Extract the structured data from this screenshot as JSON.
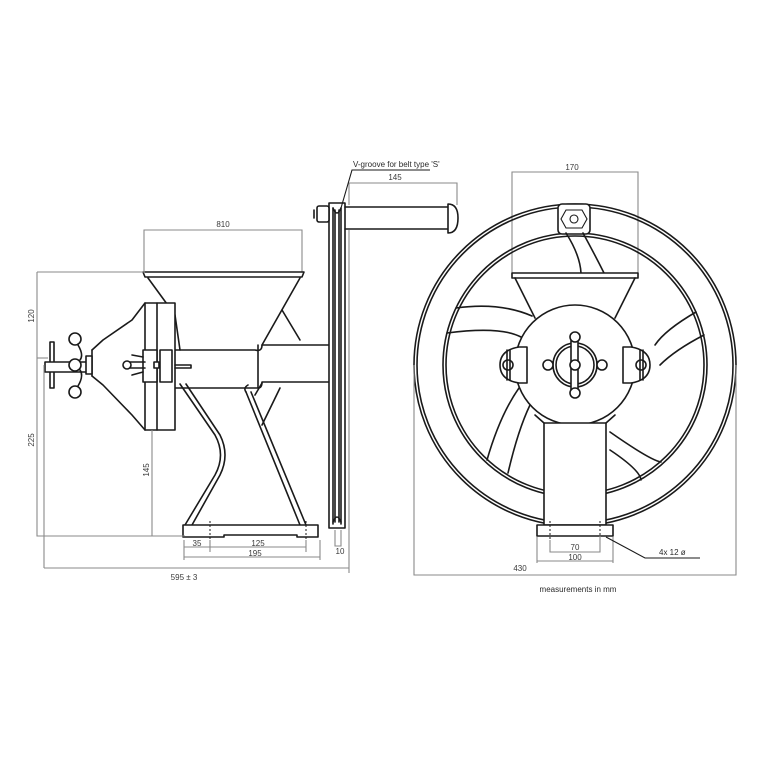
{
  "diagram": {
    "title_note": "measurements in mm",
    "side_view": {
      "hopper_width": "810",
      "height_upper": "120",
      "height_lower": "225",
      "outlet_height": "145",
      "foot_offset": "35",
      "foot_hole_spacing": "125",
      "foot_length": "195",
      "pulley_groove_width": "10",
      "total_length": "595 ± 3",
      "handle_length": "145",
      "pulley_note": "V-groove for belt type 'S'"
    },
    "front_view": {
      "hopper_top_width": "170",
      "wheel_diameter": "430",
      "base_hole_spacing": "70",
      "base_width": "100",
      "mounting_holes": "4x 12 ø"
    }
  },
  "colors": {
    "line": "#1a1a1a",
    "dimension_line": "#8a8a8a",
    "background": "#ffffff"
  }
}
